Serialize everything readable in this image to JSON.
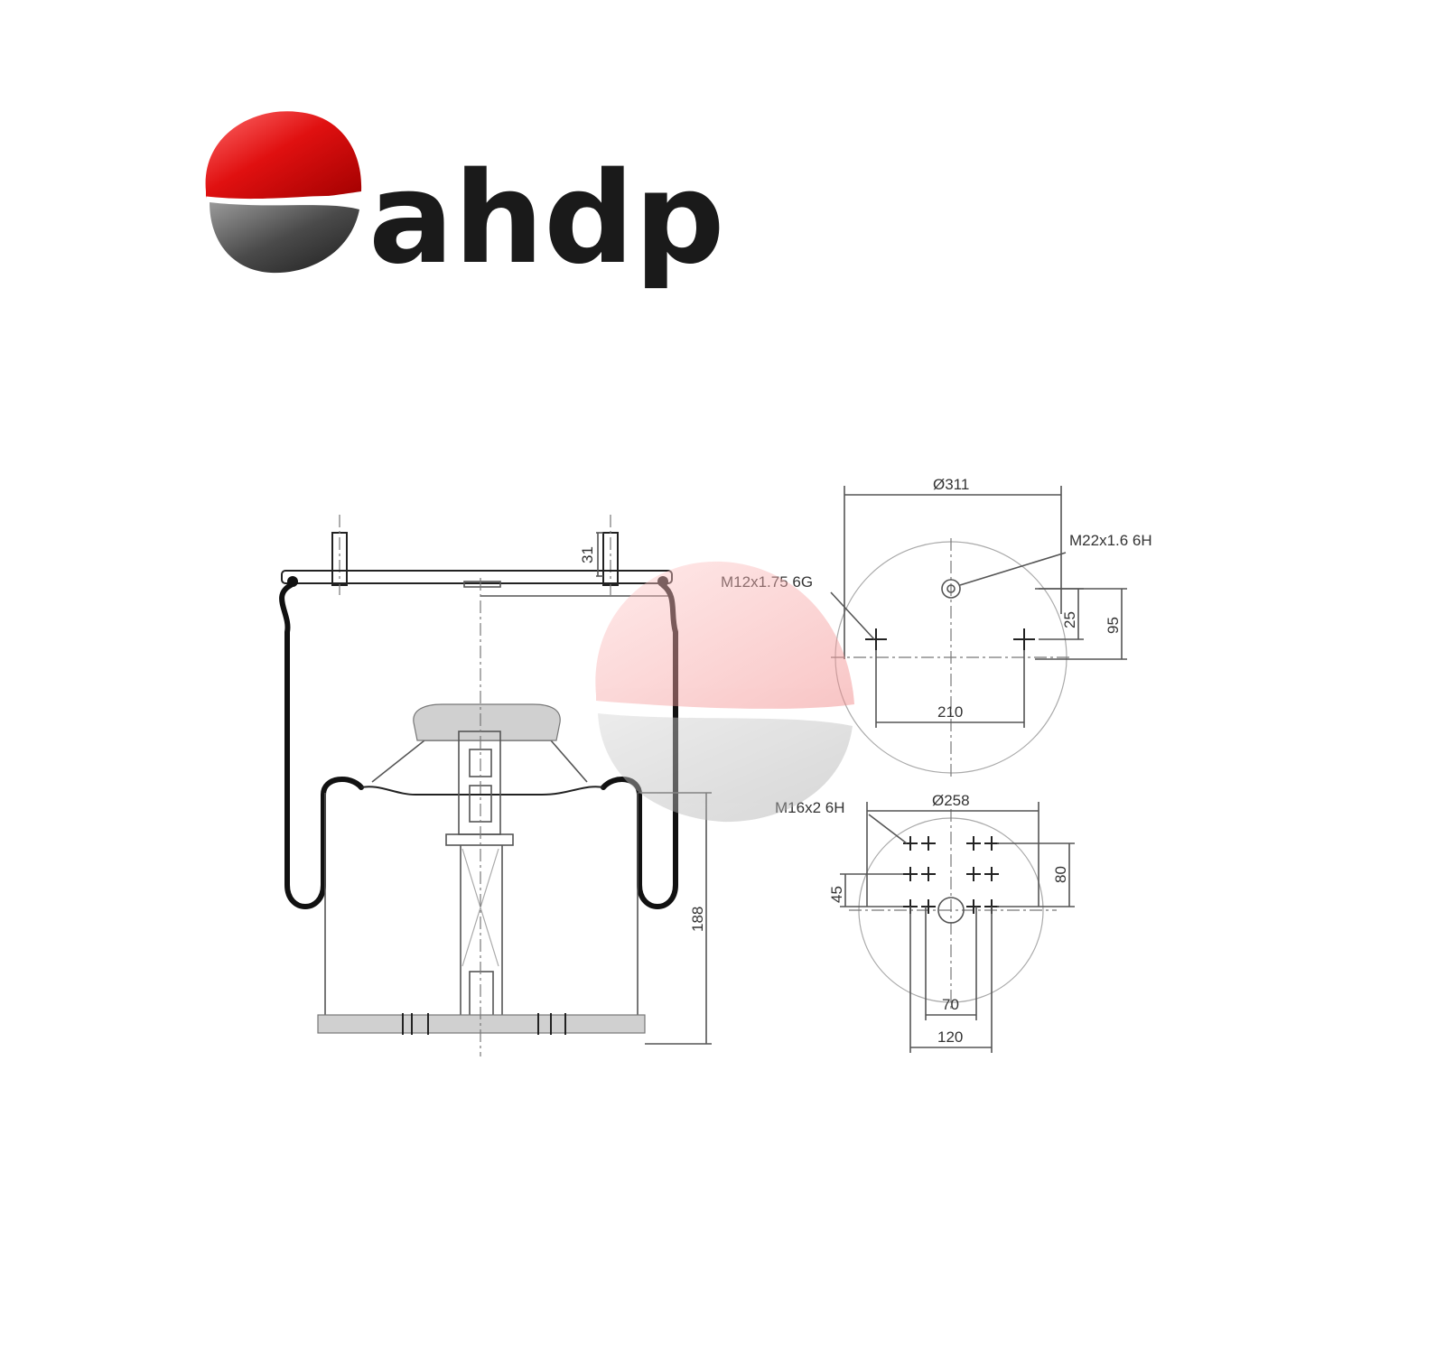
{
  "logo": {
    "text": "ahdp",
    "colors": {
      "red": "#e01010",
      "dark_grey": "#3a3a3a",
      "text": "#1a1a1a"
    }
  },
  "drawing": {
    "side_view": {
      "stud_height": "31",
      "height": "188"
    },
    "top_view": {
      "diameter": "Ø311",
      "air_fitting_thread": "M22x1.6 6H",
      "stud_thread": "M12x1.75 6G",
      "fitting_offset": "25",
      "edge_offset": "95",
      "stud_spacing": "210"
    },
    "bottom_view": {
      "diameter": "Ø258",
      "bolt_thread": "M16x2 6H",
      "left_offset": "45",
      "right_offset": "80",
      "inner_width": "70",
      "outer_width": "120"
    }
  },
  "watermark": {
    "type": "logo-mark",
    "opacity": 0.45
  }
}
